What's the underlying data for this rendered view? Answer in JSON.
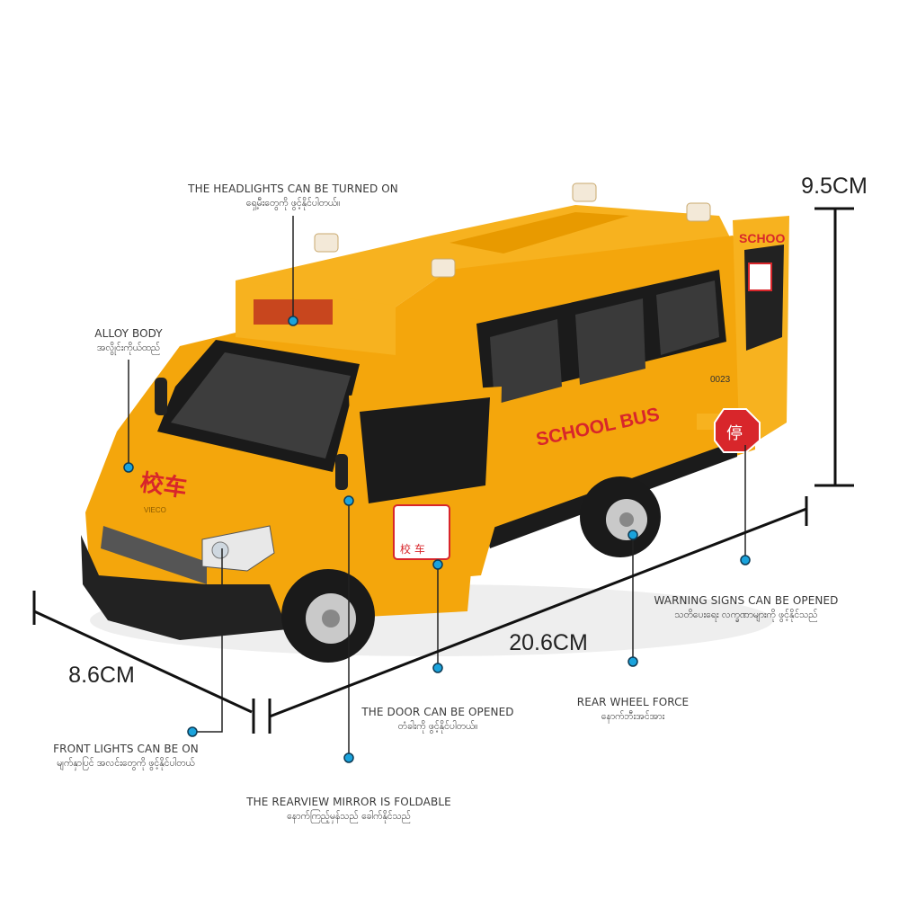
{
  "callouts": {
    "headlights": {
      "en": "THE HEADLIGHTS CAN BE TURNED ON",
      "my": "ရှေ့မီးတွေကို ဖွင့်နိုင်ပါတယ်။"
    },
    "alloy_body": {
      "en": "ALLOY BODY",
      "my": "အလွိုင်းကိုယ်ထည်"
    },
    "front_lights": {
      "en": "FRONT LIGHTS CAN BE ON",
      "my": "မျက်နှာပြင် အလင်းတွေကို ဖွင့်နိုင်ပါတယ်"
    },
    "rearview_mirror": {
      "en": "THE REARVIEW MIRROR IS FOLDABLE",
      "my": "နောက်ကြည့်မှန်သည် ခေါက်နိုင်သည်"
    },
    "door": {
      "en": "THE DOOR CAN BE OPENED",
      "my": "တံခါးကို ဖွင့်နိုင်ပါတယ်။"
    },
    "rear_wheel": {
      "en": "REAR WHEEL FORCE",
      "my": "နောက်ဘီးအင်အား"
    },
    "warning_signs": {
      "en": "WARNING SIGNS CAN BE OPENED",
      "my": "သတိပေးရေး လက္ခဏာများကို ဖွင့်နိုင်သည်"
    }
  },
  "dimensions": {
    "height": "9.5CM",
    "length": "20.6CM",
    "width": "8.6CM"
  },
  "bus_markings": {
    "side": "SCHOOL BUS",
    "hood": "校车",
    "number": "0023",
    "rear": "SCHOO",
    "brand": "VIECO",
    "stop": "停",
    "door_sign": "校 车"
  },
  "colors": {
    "accent_dot": "#1aa3dc",
    "body": "#f4a60c",
    "lettering": "#d8262b"
  }
}
